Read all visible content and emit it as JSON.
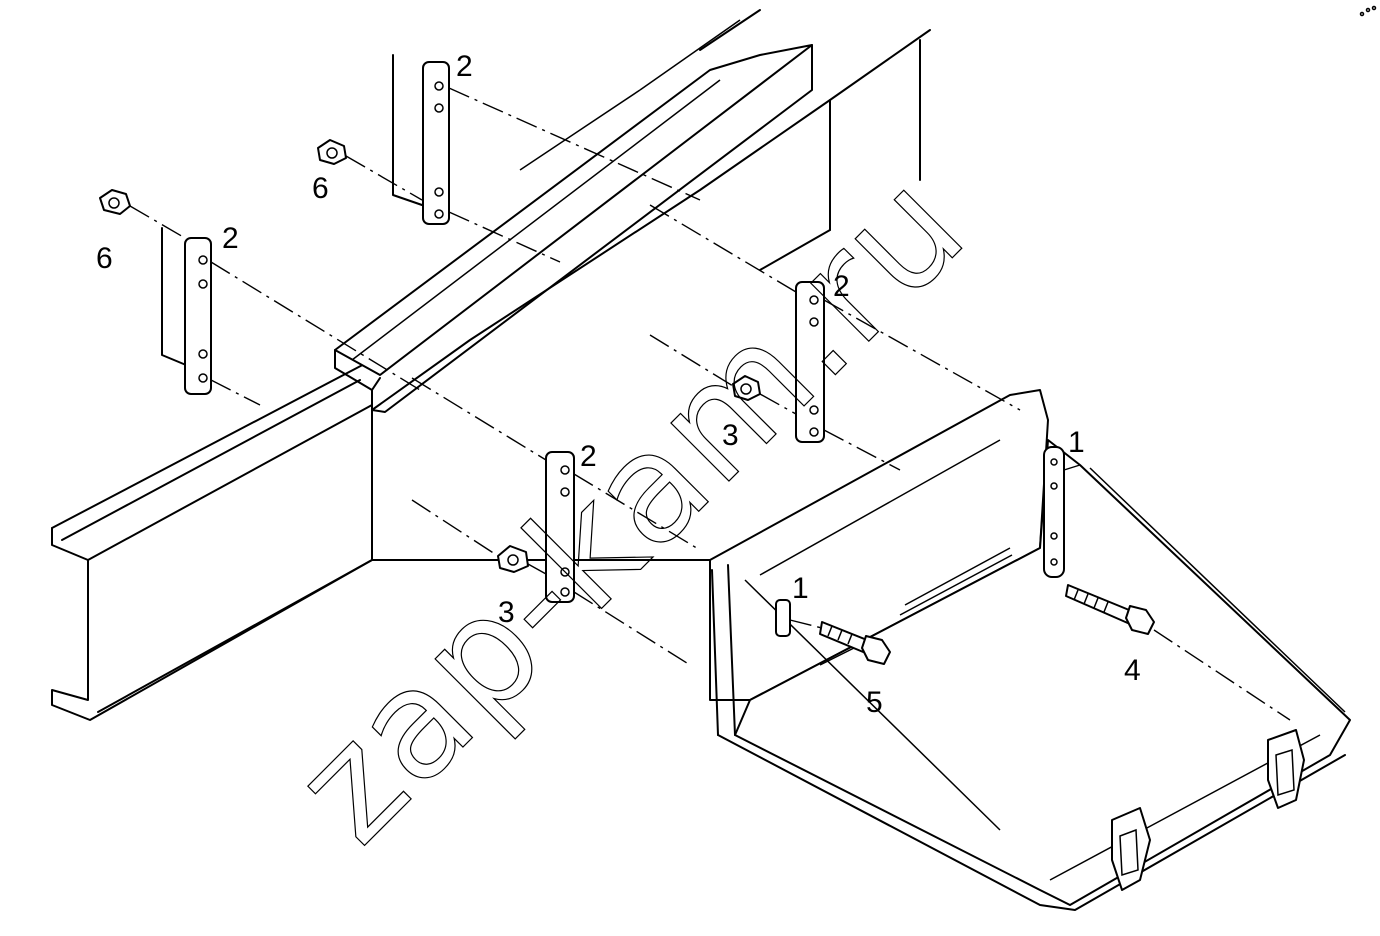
{
  "callouts": {
    "c1a": "2",
    "c1b": "2",
    "c1c": "2",
    "c1d": "2",
    "c2a": "6",
    "c2b": "6",
    "c3a": "3",
    "c3b": "3",
    "c4a": "1",
    "c4b": "1",
    "c5": "4",
    "c6": "5"
  },
  "watermark": {
    "text": "zap-kam.ru"
  }
}
